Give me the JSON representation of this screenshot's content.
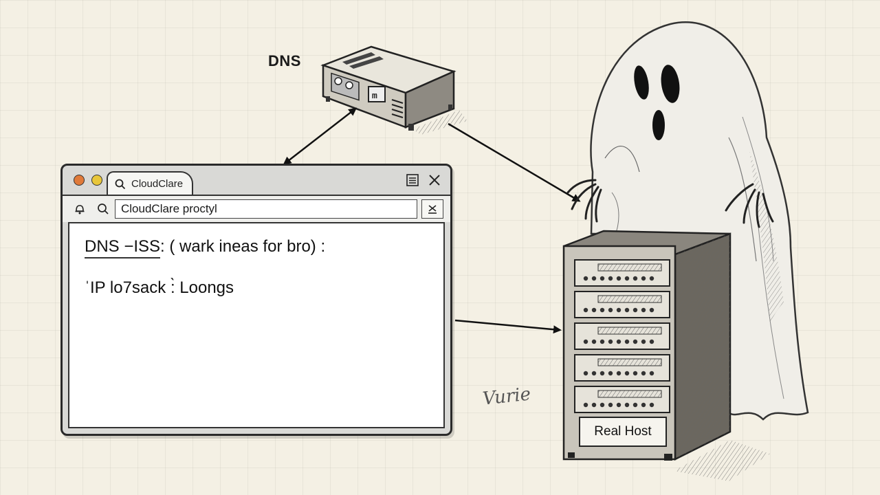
{
  "dns_label": "DNS",
  "server_label": "Real Host",
  "signature": "Vurie",
  "browser": {
    "tab_label": "CloudClare",
    "address_value": "CloudClare proctyl",
    "line1_part1": "DNS −ISS",
    "line1_part2": ": ( wark ineas for bro) :",
    "line2": "ˈIP lo7sack :̀ Loongs"
  },
  "icons": {
    "tab": "search-icon",
    "window_menu": "menu-icon",
    "window_close": "close-icon",
    "toolbar_left": "bell-icon",
    "toolbar_search": "search-icon",
    "address_clear": "clear-icon"
  },
  "colors": {
    "paper": "#f4f0e4",
    "ink": "#1a1a1a",
    "close_dot": "#e07a3a",
    "minimize_dot": "#e8c63a"
  }
}
